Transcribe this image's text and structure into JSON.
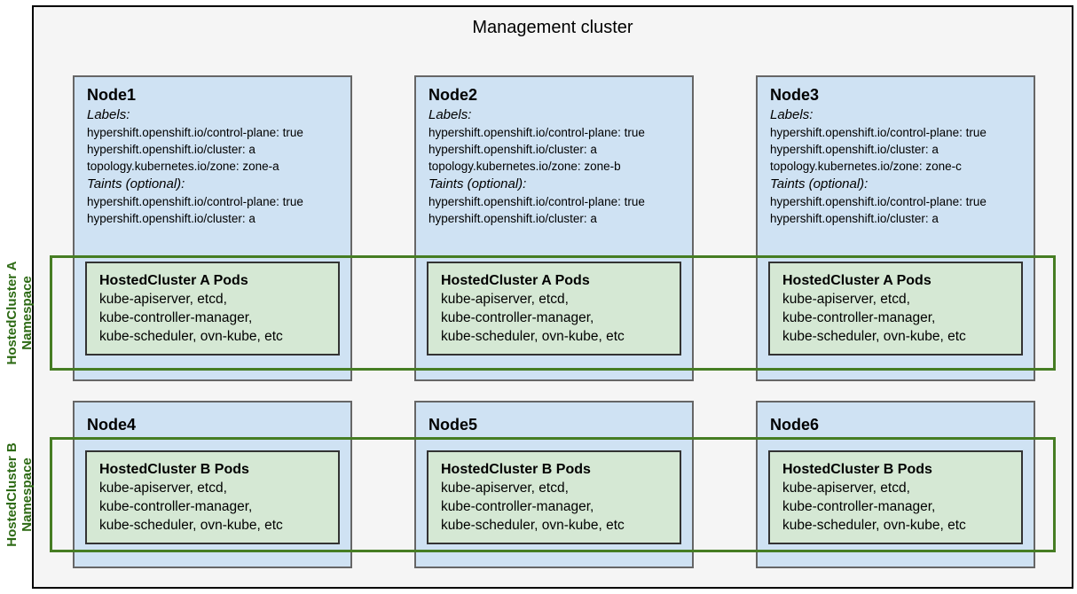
{
  "title": "Management cluster",
  "colors": {
    "outer_background": "#f5f5f5",
    "node_fill": "#cfe2f3",
    "node_border": "#666666",
    "pods_fill": "#d5e8d4",
    "pods_border": "#333333",
    "namespace_border": "#467d23",
    "namespace_text": "#2d6a14"
  },
  "namespace_overlays": [
    {
      "line1": "HostedCluster A",
      "line2": "Namespace"
    },
    {
      "line1": "HostedCluster B",
      "line2": "Namespace"
    }
  ],
  "nodes": [
    {
      "name": "Node1",
      "labels_heading": "Labels:",
      "labels": [
        "hypershift.openshift.io/control-plane: true",
        "hypershift.openshift.io/cluster: a",
        "topology.kubernetes.io/zone: zone-a"
      ],
      "taints_heading": "Taints (optional):",
      "taints": [
        "hypershift.openshift.io/control-plane: true",
        "hypershift.openshift.io/cluster: a"
      ],
      "pods": {
        "title": "HostedCluster A Pods",
        "lines": [
          "kube-apiserver, etcd,",
          "kube-controller-manager,",
          "kube-scheduler, ovn-kube, etc"
        ]
      }
    },
    {
      "name": "Node2",
      "labels_heading": "Labels:",
      "labels": [
        "hypershift.openshift.io/control-plane: true",
        "hypershift.openshift.io/cluster: a",
        "topology.kubernetes.io/zone: zone-b"
      ],
      "taints_heading": "Taints (optional):",
      "taints": [
        "hypershift.openshift.io/control-plane: true",
        "hypershift.openshift.io/cluster: a"
      ],
      "pods": {
        "title": "HostedCluster A Pods",
        "lines": [
          "kube-apiserver, etcd,",
          "kube-controller-manager,",
          "kube-scheduler, ovn-kube, etc"
        ]
      }
    },
    {
      "name": "Node3",
      "labels_heading": "Labels:",
      "labels": [
        "hypershift.openshift.io/control-plane: true",
        "hypershift.openshift.io/cluster: a",
        "topology.kubernetes.io/zone: zone-c"
      ],
      "taints_heading": "Taints (optional):",
      "taints": [
        "hypershift.openshift.io/control-plane: true",
        "hypershift.openshift.io/cluster: a"
      ],
      "pods": {
        "title": "HostedCluster A Pods",
        "lines": [
          "kube-apiserver, etcd,",
          "kube-controller-manager,",
          "kube-scheduler, ovn-kube, etc"
        ]
      }
    },
    {
      "name": "Node4",
      "pods": {
        "title": "HostedCluster B Pods",
        "lines": [
          "kube-apiserver, etcd,",
          "kube-controller-manager,",
          "kube-scheduler, ovn-kube, etc"
        ]
      }
    },
    {
      "name": "Node5",
      "pods": {
        "title": "HostedCluster B Pods",
        "lines": [
          "kube-apiserver, etcd,",
          "kube-controller-manager,",
          "kube-scheduler, ovn-kube, etc"
        ]
      }
    },
    {
      "name": "Node6",
      "pods": {
        "title": "HostedCluster B Pods",
        "lines": [
          "kube-apiserver, etcd,",
          "kube-controller-manager,",
          "kube-scheduler, ovn-kube, etc"
        ]
      }
    }
  ]
}
